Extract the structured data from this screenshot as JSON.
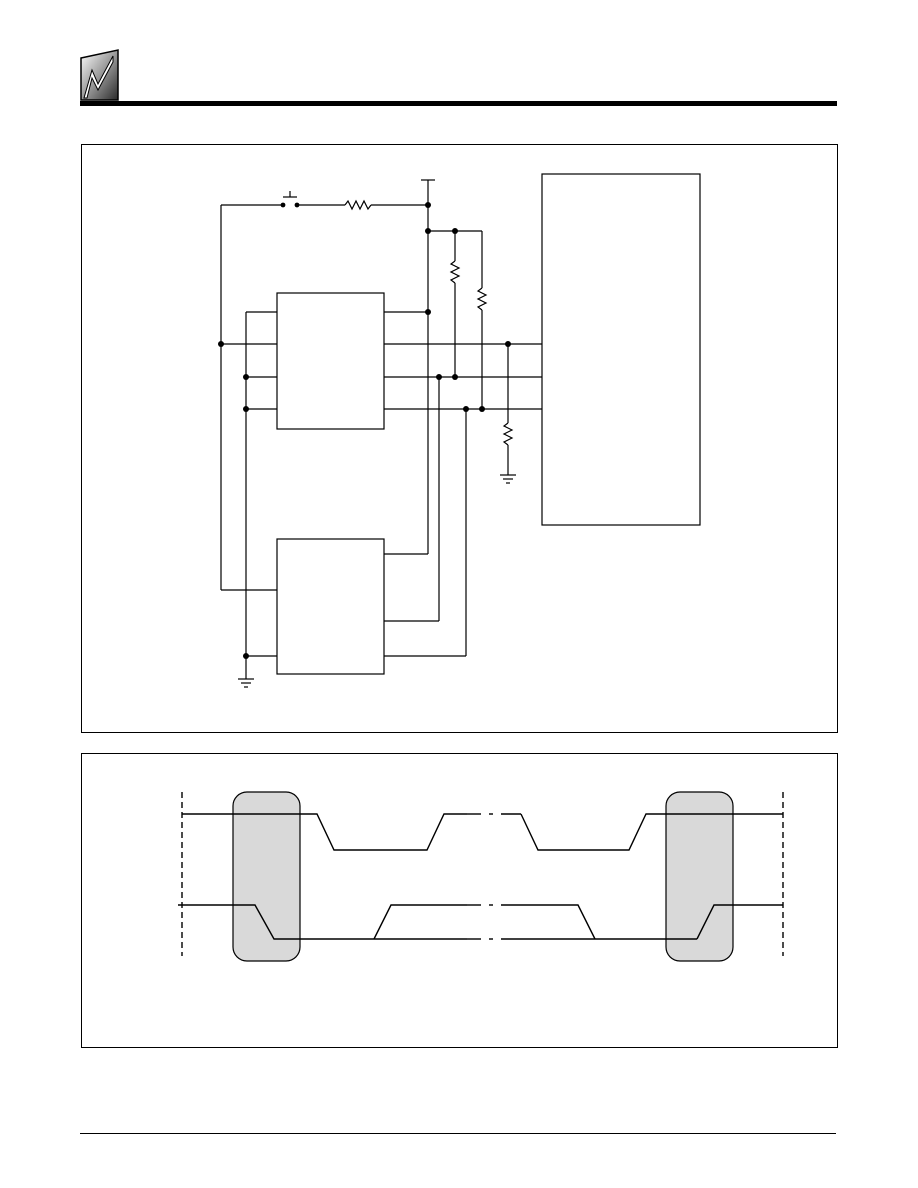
{
  "logo": {
    "icon": "company-logo-icon"
  },
  "colors": {
    "ink": "#000000",
    "highlight_fill": "#d9d9d9",
    "background": "#ffffff"
  },
  "schematic": {
    "components": [
      "pushbutton-switch",
      "series-resistor",
      "pull-up-resistor-1",
      "pull-up-resistor-2",
      "pull-down-resistor",
      "ground",
      "ground",
      "supply-rail"
    ]
  },
  "timing": {
    "waveforms": 2,
    "highlighted_regions": 2
  }
}
